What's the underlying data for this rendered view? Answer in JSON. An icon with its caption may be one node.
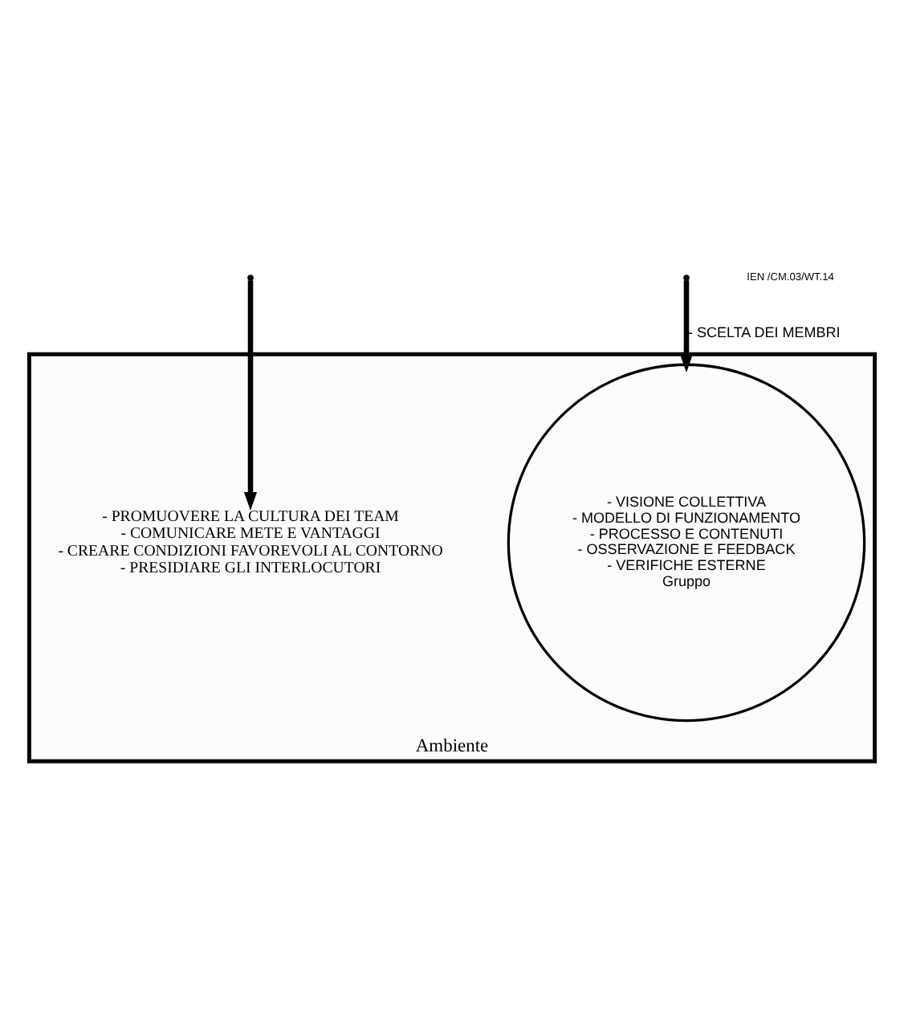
{
  "diagram": {
    "nodes": [
      {
        "text": [
          "Ambiente"
        ]
      },
      {
        "text": [
          "- PROMUOVERE LA CULTURA DEI TEAM",
          "- COMUNICARE METE E VANTAGGI",
          "- CREARE CONDIZIONI FAVOREVOLI AL CONTORNO",
          "- PRESIDIARE GLI INTERLOCUTORI"
        ],
        "in": 0
      },
      {
        "text": [
          "- VISIONE COLLETTIVA",
          "- MODELLO DI FUNZIONAMENTO",
          "- PROCESSO E CONTENUTI",
          "- OSSERVAZIONE E FEEDBACK",
          "- VERIFICHE ESTERNE",
          "Gruppo"
        ],
        "in": 0
      }
    ],
    "edges": [
      {
        "from": null,
        "to": 1,
        "arrow": "to"
      },
      {
        "from": null,
        "to": 2,
        "arrow": "to",
        "label": "- SCELTA DEI MEMBRI"
      }
    ],
    "labels": [
      "IEN /CM.03/WT.14"
    ]
  }
}
